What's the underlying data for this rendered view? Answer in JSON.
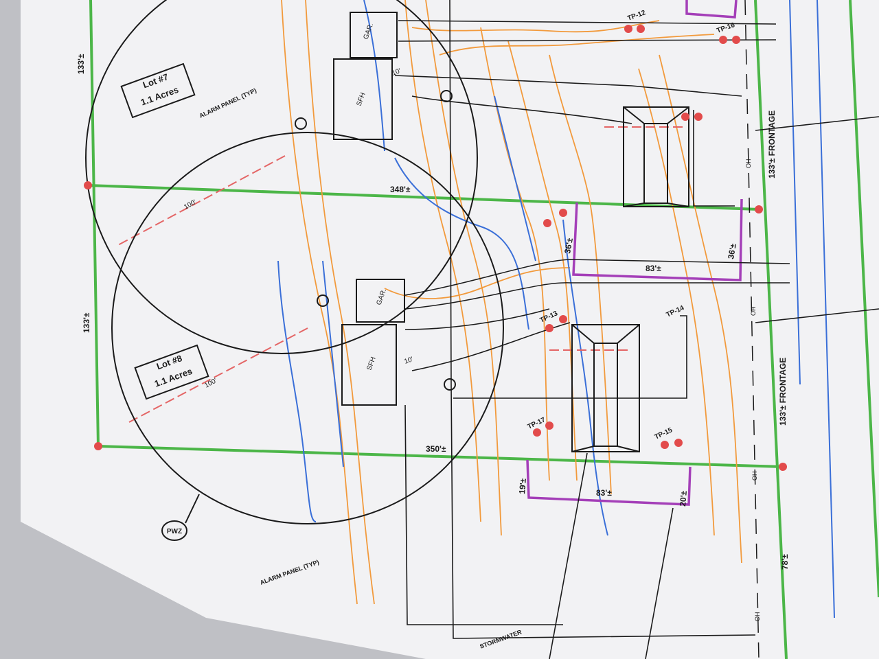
{
  "colors": {
    "paper": "#f2f2f4",
    "shadow": "#bfc0c5",
    "lot_line": "#4cb648",
    "boundary_marker": "#e24b4b",
    "linework": "#1a1a1a",
    "contour": "#f29a3c",
    "water": "#3a6fd8",
    "setback": "#e46565",
    "envelope": "#a43fb8"
  },
  "lots": [
    {
      "name": "Lot #7",
      "area": "1.1 Acres"
    },
    {
      "name": "Lot #8",
      "area": "1.1 Acres"
    }
  ],
  "buildings": {
    "garage": "GAR.",
    "house": "SFH"
  },
  "dimensions": {
    "side_133a": "133'±",
    "side_133b": "133'±",
    "line_348": "348'±",
    "line_350": "350'±",
    "frontage_a": "133'± FRONTAGE",
    "frontage_b": "133'± FRONTAGE",
    "radius_a": "100'",
    "radius_b": "100'",
    "env_83a": "83'±",
    "env_83b": "83'±",
    "env_36a": "36'±",
    "env_36b": "36'±",
    "env_19": "19'±",
    "env_20": "20'±",
    "frontage_78": "78'±",
    "offset_10a": "10'",
    "offset_10b": "10'"
  },
  "test_pits": {
    "tp12": "TP-12",
    "tp13": "TP-13",
    "tp14": "TP-14",
    "tp15": "TP-15",
    "tp16": "TP-16",
    "tp17": "TP-17"
  },
  "callouts": {
    "alarm_a": "ALARM PANEL (TYP)",
    "alarm_b": "ALARM PANEL (TYP)",
    "pwz": "PWZ",
    "stormwater": "STORMWATER"
  },
  "utility_label": "OH"
}
